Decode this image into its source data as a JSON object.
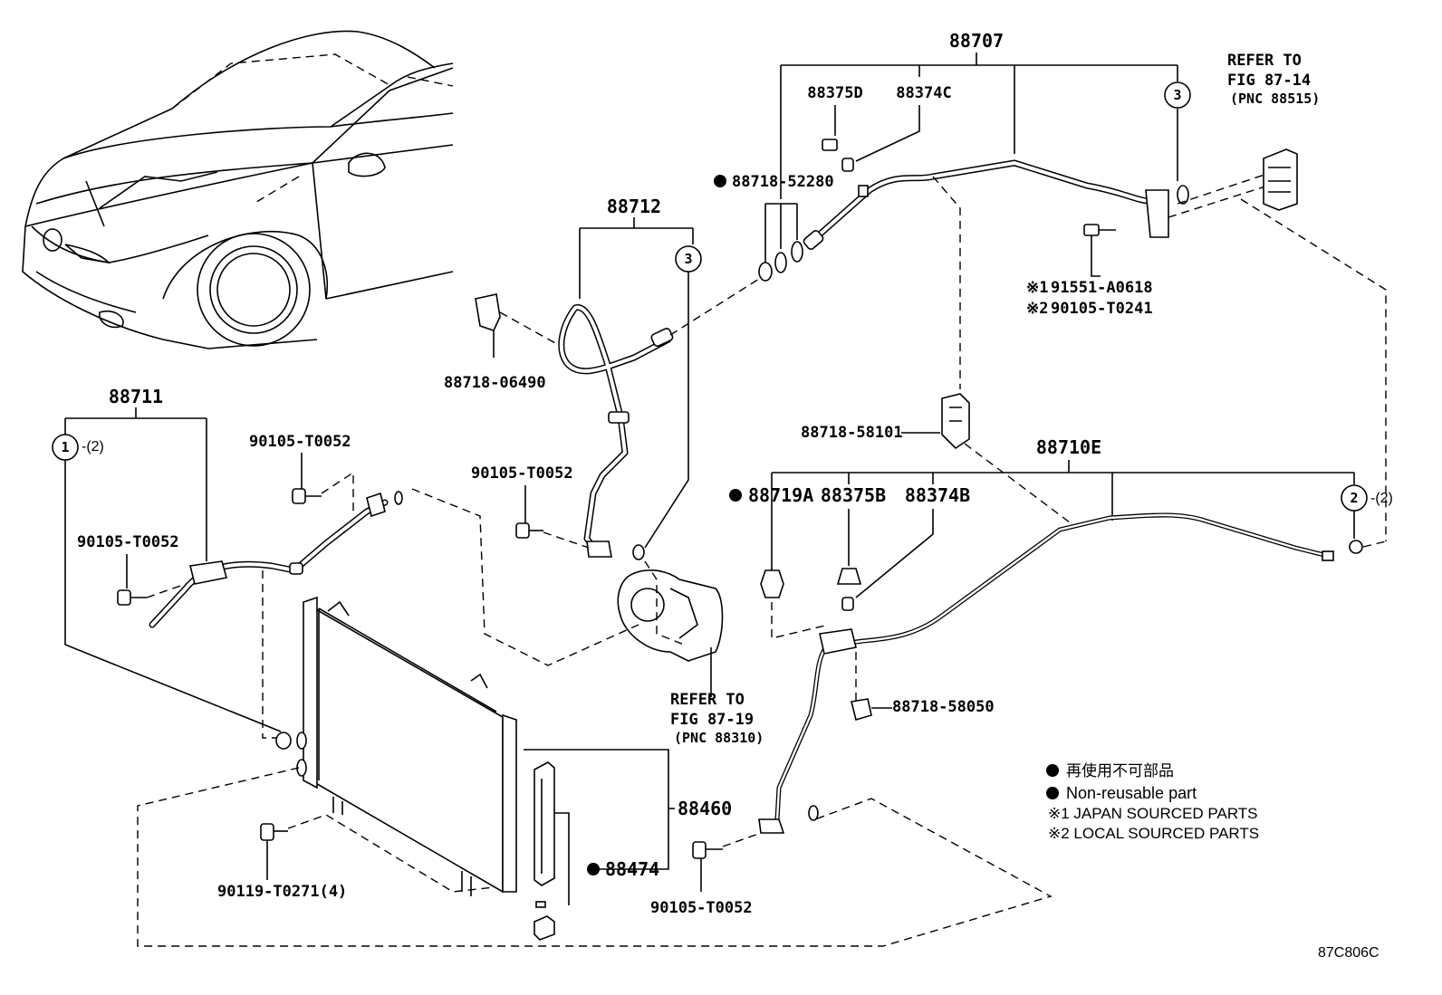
{
  "labels": {
    "p88707": "88707",
    "p88375d": "88375D",
    "p88374c": "88374C",
    "p88718_52280": "88718-52280",
    "refer_1": "REFER TO",
    "refer_1_fig": "FIG 87-14",
    "refer_1_pnc": "(PNC 88515)",
    "p88712": "88712",
    "p88718_06490": "88718-06490",
    "p91551": "91551-A0618",
    "p90105_t0241": "90105-T0241",
    "p88711": "88711",
    "p90105_a": "90105-T0052",
    "p90105_b": "90105-T0052",
    "p90105_c": "90105-T0052",
    "p90105_d": "90105-T0052",
    "p88718_58101": "88718-58101",
    "p88710e": "88710E",
    "p88719a": "88719A",
    "p88375b": "88375B",
    "p88374b": "88374B",
    "p88718_58050": "88718-58050",
    "refer_2": "REFER TO",
    "refer_2_fig": "FIG 87-19",
    "refer_2_pnc": "(PNC 88310)",
    "p88460": "88460",
    "p88474": "88474",
    "p90119": "90119-T0271(4)",
    "circle_1": "1",
    "circle_1_qty": "-(2)",
    "circle_2": "2",
    "circle_2_qty": "-(2)",
    "circle_3a": "3",
    "circle_3b": "3",
    "mark_1": "※1",
    "mark_2": "※2"
  },
  "legend": {
    "jp": "再使用不可部品",
    "en": "Non-reusable part",
    "note1": "※1 JAPAN SOURCED PARTS",
    "note2": "※2 LOCAL SOURCED PARTS"
  },
  "figure_code": "87C806C"
}
